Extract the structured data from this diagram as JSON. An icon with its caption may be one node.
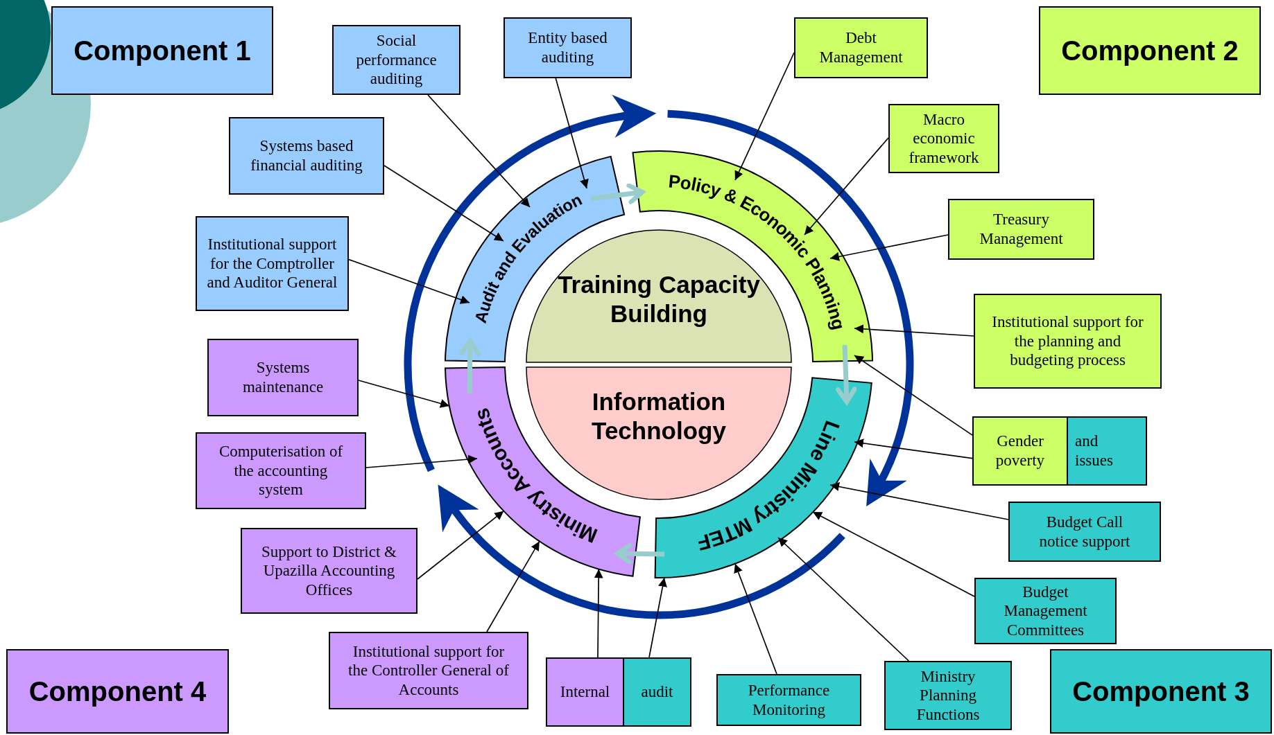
{
  "diagram": {
    "nodes": [
      {
        "text": [
          "Component 1"
        ]
      },
      {
        "text": [
          "Social performance auditing"
        ]
      },
      {
        "text": [
          "Entity based auditing"
        ]
      },
      {
        "text": [
          "Debt Management"
        ]
      },
      {
        "text": [
          "Component 2"
        ]
      },
      {
        "text": [
          "Systems based financial auditing"
        ]
      },
      {
        "text": [
          "Macro economic framework"
        ]
      },
      {
        "text": [
          "Treasury Management"
        ]
      },
      {
        "text": [
          "Institutional support for the Comptroller and Auditor General"
        ]
      },
      {
        "text": [
          "Institutional support for the planning and budgeting process"
        ]
      },
      {
        "text": [
          "Systems maintenance"
        ]
      },
      {
        "text": [
          "Gender poverty"
        ]
      },
      {
        "text": [
          "and issues"
        ]
      },
      {
        "text": [
          "Computerisation of the accounting system"
        ]
      },
      {
        "text": [
          "Budget Call notice support"
        ]
      },
      {
        "text": [
          "Support to District & Upazilla Accounting Offices"
        ]
      },
      {
        "text": [
          "Budget Management Committees"
        ]
      },
      {
        "text": [
          "Institutional support for the Controller General of Accounts"
        ]
      },
      {
        "text": [
          "Internal"
        ]
      },
      {
        "text": [
          "audit"
        ]
      },
      {
        "text": [
          "Performance Monitoring"
        ]
      },
      {
        "text": [
          "Ministry Planning Functions"
        ]
      },
      {
        "text": [
          "Component 4"
        ]
      },
      {
        "text": [
          "Component 3"
        ]
      },
      {
        "text": [
          "Audit and Evaluation"
        ]
      },
      {
        "text": [
          "Policy & Economic Planning"
        ]
      },
      {
        "text": [
          "Line Ministry MTEF"
        ]
      },
      {
        "text": [
          "Ministry Accounts"
        ]
      },
      {
        "text": [
          "Training Capacity Building"
        ]
      },
      {
        "text": [
          "Information Technology"
        ]
      }
    ],
    "edges": [
      {
        "from": 1,
        "to": 24,
        "arrow": "to"
      },
      {
        "from": 2,
        "to": 24,
        "arrow": "to"
      },
      {
        "from": 5,
        "to": 24,
        "arrow": "to"
      },
      {
        "from": 8,
        "to": 24,
        "arrow": "to"
      },
      {
        "from": 3,
        "to": 25,
        "arrow": "to"
      },
      {
        "from": 6,
        "to": 25,
        "arrow": "to"
      },
      {
        "from": 7,
        "to": 25,
        "arrow": "to"
      },
      {
        "from": 9,
        "to": 25,
        "arrow": "to"
      },
      {
        "from": 11,
        "to": 25,
        "arrow": "to"
      },
      {
        "from": 11,
        "to": 26,
        "arrow": "to"
      },
      {
        "from": 14,
        "to": 26,
        "arrow": "to"
      },
      {
        "from": 16,
        "to": 26,
        "arrow": "to"
      },
      {
        "from": 21,
        "to": 26,
        "arrow": "to"
      },
      {
        "from": 20,
        "to": 26,
        "arrow": "to"
      },
      {
        "from": 19,
        "to": 26,
        "arrow": "to"
      },
      {
        "from": 18,
        "to": 27,
        "arrow": "to"
      },
      {
        "from": 17,
        "to": 27,
        "arrow": "to"
      },
      {
        "from": 15,
        "to": 27,
        "arrow": "to"
      },
      {
        "from": 13,
        "to": 27,
        "arrow": "to"
      },
      {
        "from": 10,
        "to": 27,
        "arrow": "to"
      },
      {
        "from": 24,
        "to": 25,
        "arrow": "to",
        "style": "thick",
        "color": "#99cccc"
      },
      {
        "from": 25,
        "to": 26,
        "arrow": "to",
        "style": "thick",
        "color": "#99cccc"
      },
      {
        "from": 26,
        "to": 27,
        "arrow": "to",
        "style": "thick",
        "color": "#99cccc"
      },
      {
        "from": 27,
        "to": 24,
        "arrow": "to",
        "style": "thick",
        "color": "#99cccc"
      }
    ]
  }
}
